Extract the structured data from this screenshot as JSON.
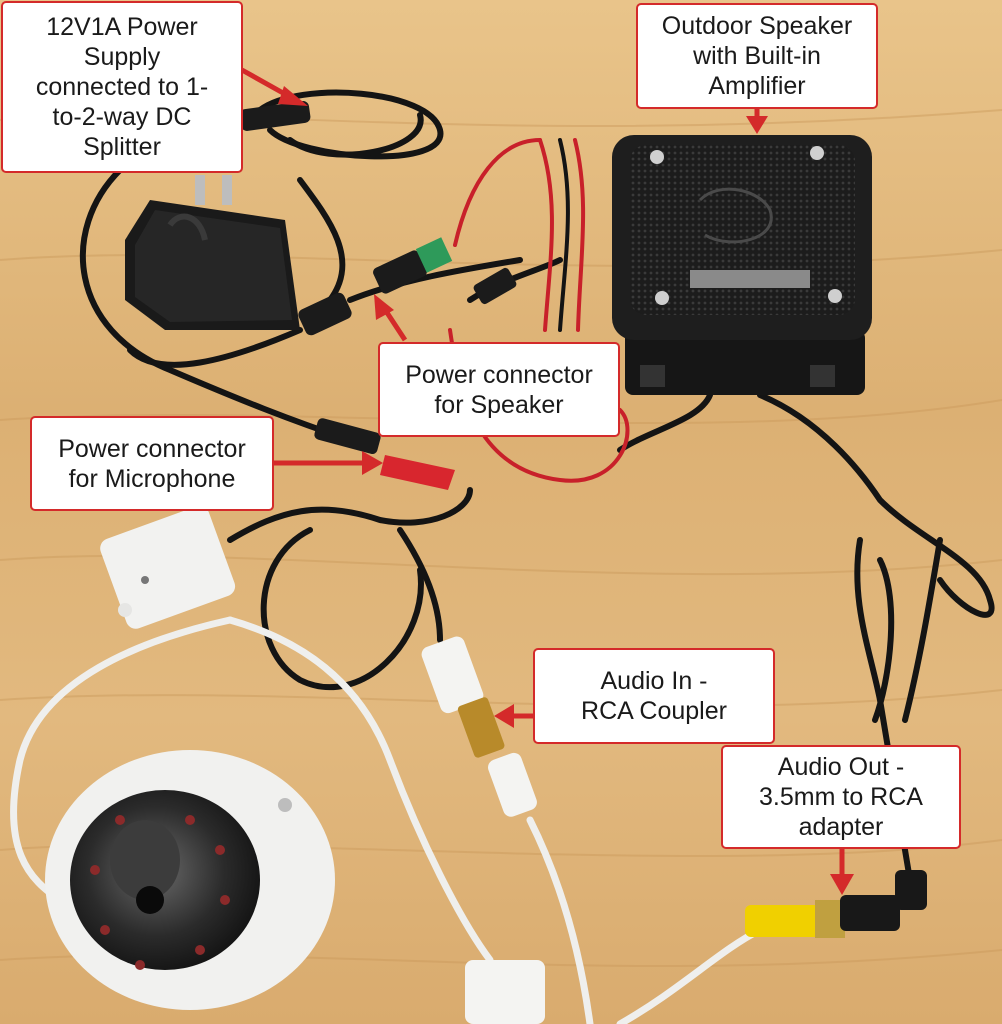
{
  "callouts": {
    "power_supply": "12V1A Power\nSupply\nconnected to 1-\nto-2-way DC\nSplitter",
    "speaker": "Outdoor Speaker\nwith Built-in\nAmplifier",
    "power_speaker": "Power connector\nfor Speaker",
    "power_mic": "Power connector\nfor Microphone",
    "audio_in": "Audio In -\nRCA Coupler",
    "audio_out": "Audio Out -\n3.5mm to RCA\nadapter"
  },
  "colors": {
    "wood": "#e2b97f",
    "callout_border": "#d42a2a",
    "arrow": "#d42a2a",
    "cable_black": "#141414",
    "cable_red": "#c8202a",
    "rca_red": "#d8262e",
    "rca_yellow": "#f0d000",
    "device_white": "#f2f2f0"
  },
  "objects": [
    "power-adapter-icon",
    "speaker-icon",
    "microphone-icon",
    "dome-camera-icon",
    "dc-splitter-icon",
    "rca-coupler-icon",
    "audio-adapter-icon"
  ]
}
